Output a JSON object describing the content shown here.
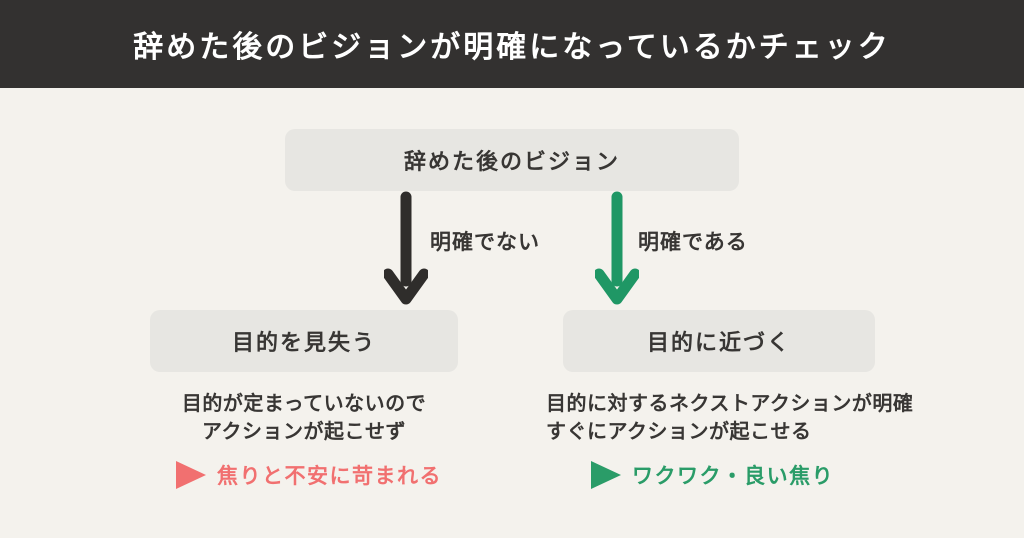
{
  "header": {
    "title": "辞めた後のビジョンが明確になっているかチェック",
    "bg_color": "#333130",
    "text_color": "#ffffff"
  },
  "diagram": {
    "background_color": "#f4f2ed",
    "node_bg_color": "#e7e6e2",
    "text_color": "#383634",
    "root_label": "辞めた後のビジョン",
    "branches": [
      {
        "arrow_label": "明確でない",
        "arrow_color": "#2f2d2b",
        "node_label": "目的を見失う",
        "desc_lines": [
          "目的が定まっていないので",
          "アクションが起こせず"
        ],
        "result_label": "焦りと不安に苛まれる",
        "accent": "#f17070"
      },
      {
        "arrow_label": "明確である",
        "arrow_color": "#1f9765",
        "node_label": "目的に近づく",
        "desc_lines": [
          "目的に対するネクストアクションが明確",
          "すぐにアクションが起こせる"
        ],
        "result_label": "ワクワク・良い焦り",
        "accent": "#2a9c68"
      }
    ]
  }
}
